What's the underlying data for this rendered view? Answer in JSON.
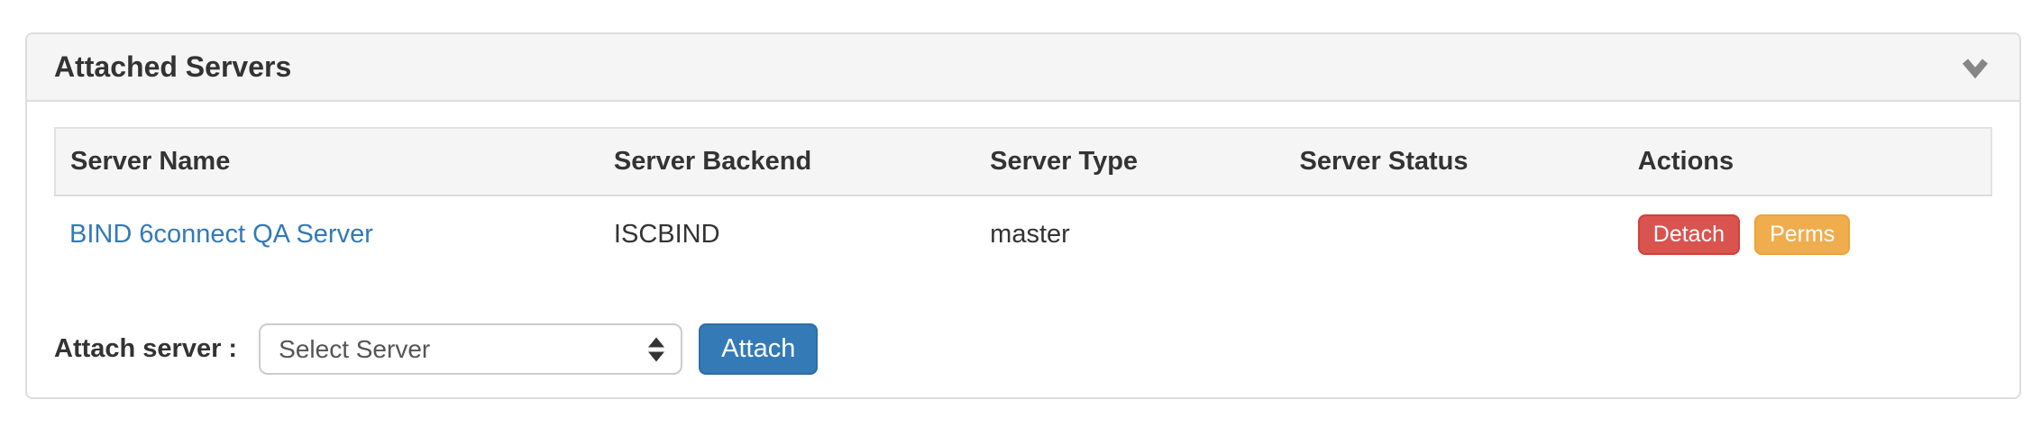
{
  "panel": {
    "title": "Attached Servers",
    "collapse_icon": "chevron-down-icon"
  },
  "table": {
    "columns": [
      "Server Name",
      "Server Backend",
      "Server Type",
      "Server Status",
      "Actions"
    ],
    "rows": [
      {
        "server_name": "BIND 6connect QA Server",
        "server_backend": "ISCBIND",
        "server_type": "master",
        "server_status": "",
        "actions": [
          {
            "label": "Detach",
            "color": "#d9534f"
          },
          {
            "label": "Perms",
            "color": "#f0ad4e"
          }
        ]
      }
    ]
  },
  "attach_form": {
    "label": "Attach server : ",
    "select_value": "Select Server",
    "select_icon": "updown-arrows-icon",
    "button_label": "Attach"
  },
  "colors": {
    "link": "#337ab7",
    "danger": "#d9534f",
    "danger_border": "#d43f3a",
    "warning": "#f0ad4e",
    "warning_border": "#eea236",
    "primary": "#337ab7",
    "primary_border": "#2e6da4",
    "panel_border": "#dddddd",
    "header_bg": "#f5f5f5",
    "text": "#333333",
    "chevron": "#868686"
  }
}
